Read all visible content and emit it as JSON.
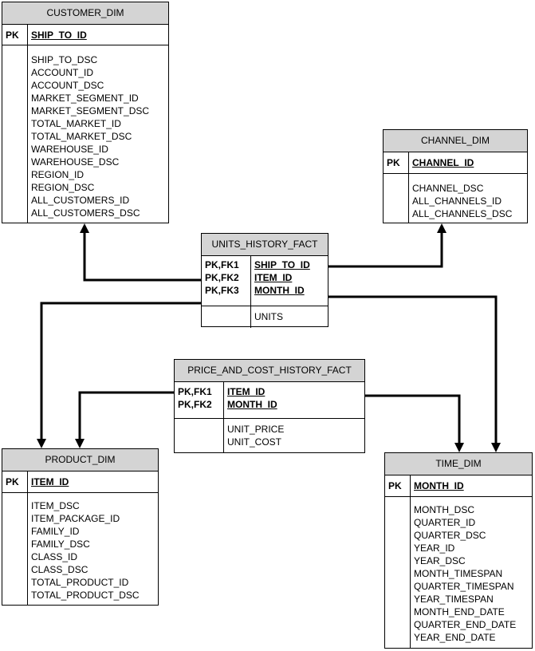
{
  "entities": {
    "customer_dim": {
      "name": "CUSTOMER_DIM",
      "key_labels": [
        "PK"
      ],
      "keys": [
        "SHIP_TO_ID"
      ],
      "attributes": [
        "SHIP_TO_DSC",
        "ACCOUNT_ID",
        "ACCOUNT_DSC",
        "MARKET_SEGMENT_ID",
        "MARKET_SEGMENT_DSC",
        "TOTAL_MARKET_ID",
        "TOTAL_MARKET_DSC",
        "WAREHOUSE_ID",
        "WAREHOUSE_DSC",
        "REGION_ID",
        "REGION_DSC",
        "ALL_CUSTOMERS_ID",
        "ALL_CUSTOMERS_DSC"
      ]
    },
    "channel_dim": {
      "name": "CHANNEL_DIM",
      "key_labels": [
        "PK"
      ],
      "keys": [
        "CHANNEL_ID"
      ],
      "attributes": [
        "CHANNEL_DSC",
        "ALL_CHANNELS_ID",
        "ALL_CHANNELS_DSC"
      ]
    },
    "units_history_fact": {
      "name": "UNITS_HISTORY_FACT",
      "key_labels": [
        "PK,FK1",
        "PK,FK2",
        "PK,FK3"
      ],
      "keys": [
        "SHIP_TO_ID",
        "ITEM_ID",
        "MONTH_ID"
      ],
      "attributes": [
        "UNITS"
      ]
    },
    "price_and_cost_history_fact": {
      "name": "PRICE_AND_COST_HISTORY_FACT",
      "key_labels": [
        "PK,FK1",
        "PK,FK2"
      ],
      "keys": [
        "ITEM_ID",
        "MONTH_ID"
      ],
      "attributes": [
        "UNIT_PRICE",
        "UNIT_COST"
      ]
    },
    "product_dim": {
      "name": "PRODUCT_DIM",
      "key_labels": [
        "PK"
      ],
      "keys": [
        "ITEM_ID"
      ],
      "attributes": [
        "ITEM_DSC",
        "ITEM_PACKAGE_ID",
        "FAMILY_ID",
        "FAMILY_DSC",
        "CLASS_ID",
        "CLASS_DSC",
        "TOTAL_PRODUCT_ID",
        "TOTAL_PRODUCT_DSC"
      ]
    },
    "time_dim": {
      "name": "TIME_DIM",
      "key_labels": [
        "PK"
      ],
      "keys": [
        "MONTH_ID"
      ],
      "attributes": [
        "MONTH_DSC",
        "QUARTER_ID",
        "QUARTER_DSC",
        "YEAR_ID",
        "YEAR_DSC",
        "MONTH_TIMESPAN",
        "QUARTER_TIMESPAN",
        "YEAR_TIMESPAN",
        "MONTH_END_DATE",
        "QUARTER_END_DATE",
        "YEAR_END_DATE"
      ]
    }
  },
  "relationships": [
    {
      "from": "units_history_fact",
      "to": "customer_dim",
      "via": "SHIP_TO_ID"
    },
    {
      "from": "units_history_fact",
      "to": "channel_dim",
      "via": "SHIP_TO_ID"
    },
    {
      "from": "units_history_fact",
      "to": "product_dim",
      "via": "ITEM_ID"
    },
    {
      "from": "units_history_fact",
      "to": "time_dim",
      "via": "MONTH_ID"
    },
    {
      "from": "price_and_cost_history_fact",
      "to": "product_dim",
      "via": "ITEM_ID"
    },
    {
      "from": "price_and_cost_history_fact",
      "to": "time_dim",
      "via": "MONTH_ID"
    }
  ]
}
